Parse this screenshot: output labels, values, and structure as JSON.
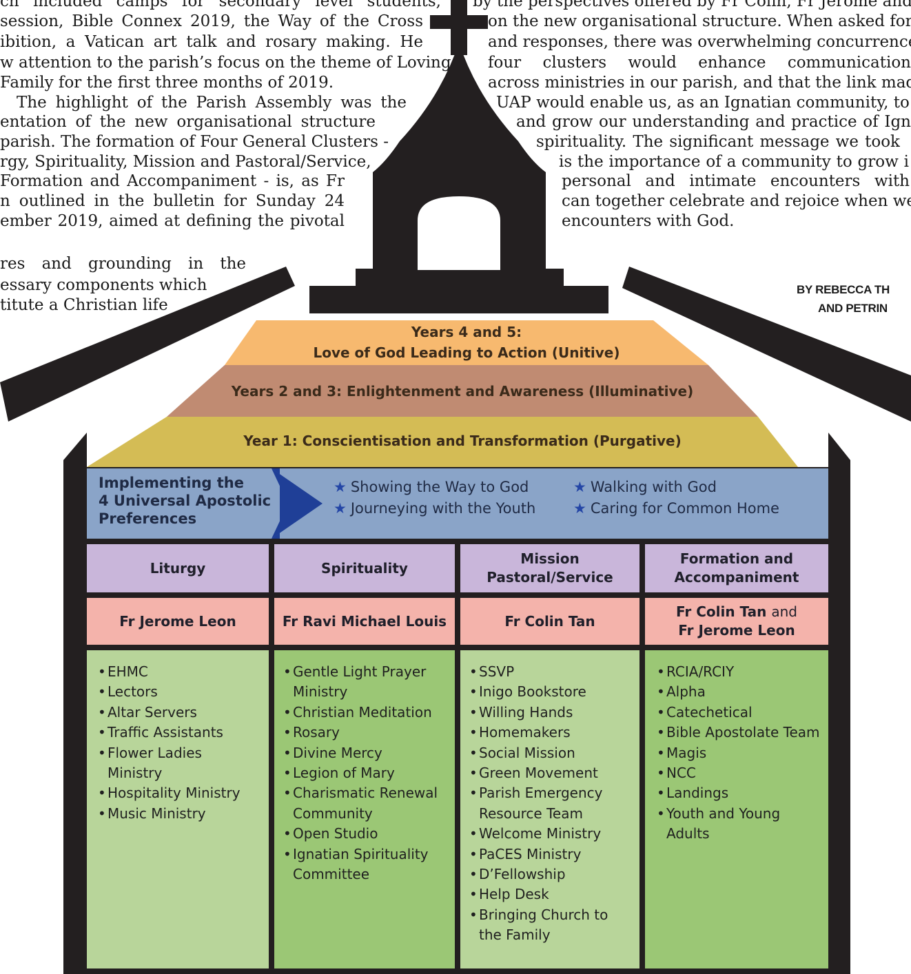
{
  "article": {
    "left_lines": [
      "ch included camps for secondary level students, Migrants",
      "session, Bible Connex 2019, the Way of the Cross",
      "ibition, a Vatican art talk and rosary making. He also",
      "w attention to the parish’s focus on the theme of Loving",
      "Family for the first three months of 2019.",
      "The highlight of the Parish Assembly was the",
      "entation of the new organisational structure for",
      "parish. The formation of Four General Clusters -",
      "rgy, Spirituality, Mission and Pastoral/Service,",
      "Formation and Accompaniment - is, as Fr",
      "n outlined in the bulletin for Sunday 24",
      "ember 2019, aimed at defining the pivotal",
      "res and grounding in the",
      "essary components which",
      "titute a Christian life"
    ],
    "right_lines": [
      "by the perspectives offered by Fr Colin, Fr Jerome and Fr",
      "on the new organisational structure. When asked for tho",
      "and responses, there was overwhelming concurrence th",
      "four clusters would enhance communication between",
      "across ministries in our parish, and that the link made t",
      "UAP would enable us, as an Ignatian community, to de",
      "and grow our understanding and practice of Ign",
      "spirituality. The significant message we took",
      "is the importance of a community to grow i",
      "personal and intimate encounters with God, f",
      "can together celebrate and rejoice when we hav",
      "encounters with God."
    ],
    "byline": [
      "BY REBECCA TH",
      "AND PETRIN"
    ]
  },
  "bands": {
    "years45_line1": "Years 4 and 5:",
    "years45_line2": "Love of God Leading to Action (Unitive)",
    "years23": "Years 2 and 3: Enlightenment and Awareness (Illuminative)",
    "year1": "Year 1: Conscientisation and Transformation (Purgative)"
  },
  "uap": {
    "title_lines": [
      "Implementing the",
      "4 Universal Apostolic",
      "Preferences"
    ],
    "items": [
      "Showing the Way to God",
      "Walking with God",
      "Journeying with the Youth",
      "Caring for Common Home"
    ]
  },
  "clusters": [
    {
      "title_lines": [
        "Liturgy"
      ],
      "priest": "Fr Jerome Leon",
      "ministries": [
        "EHMC",
        "Lectors",
        "Altar Servers",
        "Traffic Assistants",
        "Flower Ladies Ministry",
        "Hospitality Ministry",
        "Music Ministry"
      ]
    },
    {
      "title_lines": [
        "Spirituality"
      ],
      "priest": "Fr Ravi Michael Louis",
      "ministries": [
        "Gentle Light Prayer Ministry",
        "Christian Meditation",
        "Rosary",
        "Divine Mercy",
        "Legion of Mary",
        "Charismatic Renewal Community",
        "Open Studio",
        "Ignatian Spirituality Committee"
      ]
    },
    {
      "title_lines": [
        "Mission",
        "Pastoral/Service"
      ],
      "priest": "Fr Colin Tan",
      "ministries": [
        "SSVP",
        "Inigo Bookstore",
        "Willing Hands",
        "Homemakers",
        "Social Mission",
        "Green Movement",
        "Parish Emergency Resource Team",
        "Welcome Ministry",
        "PaCES Ministry",
        "D’Fellowship",
        "Help Desk",
        "Bringing Church to the Family"
      ]
    },
    {
      "title_lines": [
        "Formation and",
        "Accompaniment"
      ],
      "priest_a": "Fr Colin Tan",
      "connector": "and",
      "priest_b": "Fr Jerome Leon",
      "ministries": [
        "RCIA/RCIY",
        "Alpha",
        "Catechetical",
        "Bible Apostolate Team",
        "Magis",
        "NCC",
        "Landings",
        "Youth and Young Adults"
      ]
    }
  ],
  "colors": {
    "outline": "#231f20",
    "unitive": "#f7b96f",
    "illuminative": "#c08b72",
    "purgative": "#d4bc55",
    "uap_band": "#8aa4c8",
    "uap_arrow": "#1f3f97",
    "header": "#c9b6da",
    "priest": "#f4b3ab",
    "ministry_light": "#b8d59a",
    "ministry_dark": "#9bc775"
  }
}
